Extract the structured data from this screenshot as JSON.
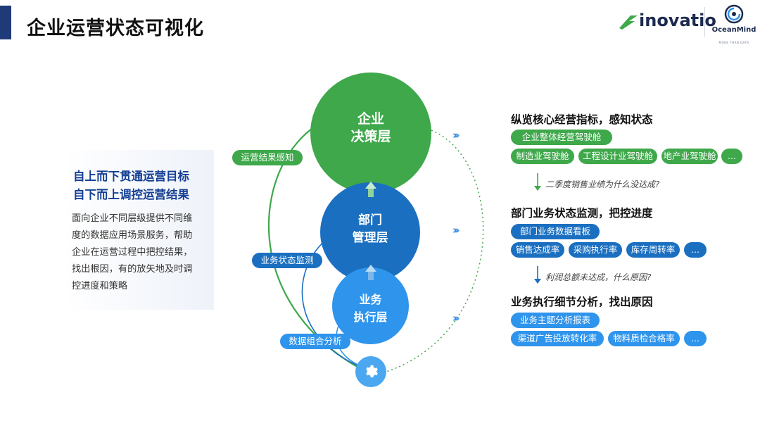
{
  "title": "企业运营状态可视化",
  "logos": {
    "inovatio": "inovatio",
    "oceanmind": "OceanMind",
    "oceanmind_tagline": "MORE THAN DATA"
  },
  "side": {
    "headline_1": "自上而下贯通运营目标",
    "headline_2": "自下而上调控运营结果",
    "description": "面向企业不同层级提供不同维度的数据应用场景服务，帮助企业在运营过程中把控结果，找出根因，有的放矢地及时调控进度和策略"
  },
  "layers": {
    "top": "企业\n决策层",
    "mid": "部门\n管理层",
    "bottom": "业务\n执行层"
  },
  "loop_labels": {
    "result_sensing": "运营结果感知",
    "status_monitoring": "业务状态监测",
    "data_analysis": "数据组合分析"
  },
  "sections": [
    {
      "title": "纵览核心经营指标，感知状态",
      "primary": "企业整体经营驾驶舱",
      "items": [
        "制造业驾驶舱",
        "工程设计业驾驶舱",
        "地产业驾驶舱",
        "..."
      ],
      "question": "二季度销售业绩为什么没达成?"
    },
    {
      "title": "部门业务状态监测，把控进度",
      "primary": "部门业务数据看板",
      "items": [
        "销售达成率",
        "采购执行率",
        "库存周转率",
        "..."
      ],
      "question": "利润总额未达成，什么原因?"
    },
    {
      "title": "业务执行细节分析，找出原因",
      "primary": "业务主题分析报表",
      "items": [
        "渠道广告投放转化率",
        "物料质检合格率",
        "..."
      ]
    }
  ],
  "arrows_glyph": "›››",
  "icons": {
    "gear": "gear-icon"
  },
  "colors": {
    "green": "#3ea84a",
    "dark_blue": "#1b6fc0",
    "light_blue": "#2f94ec",
    "headline_blue": "#143f94"
  }
}
